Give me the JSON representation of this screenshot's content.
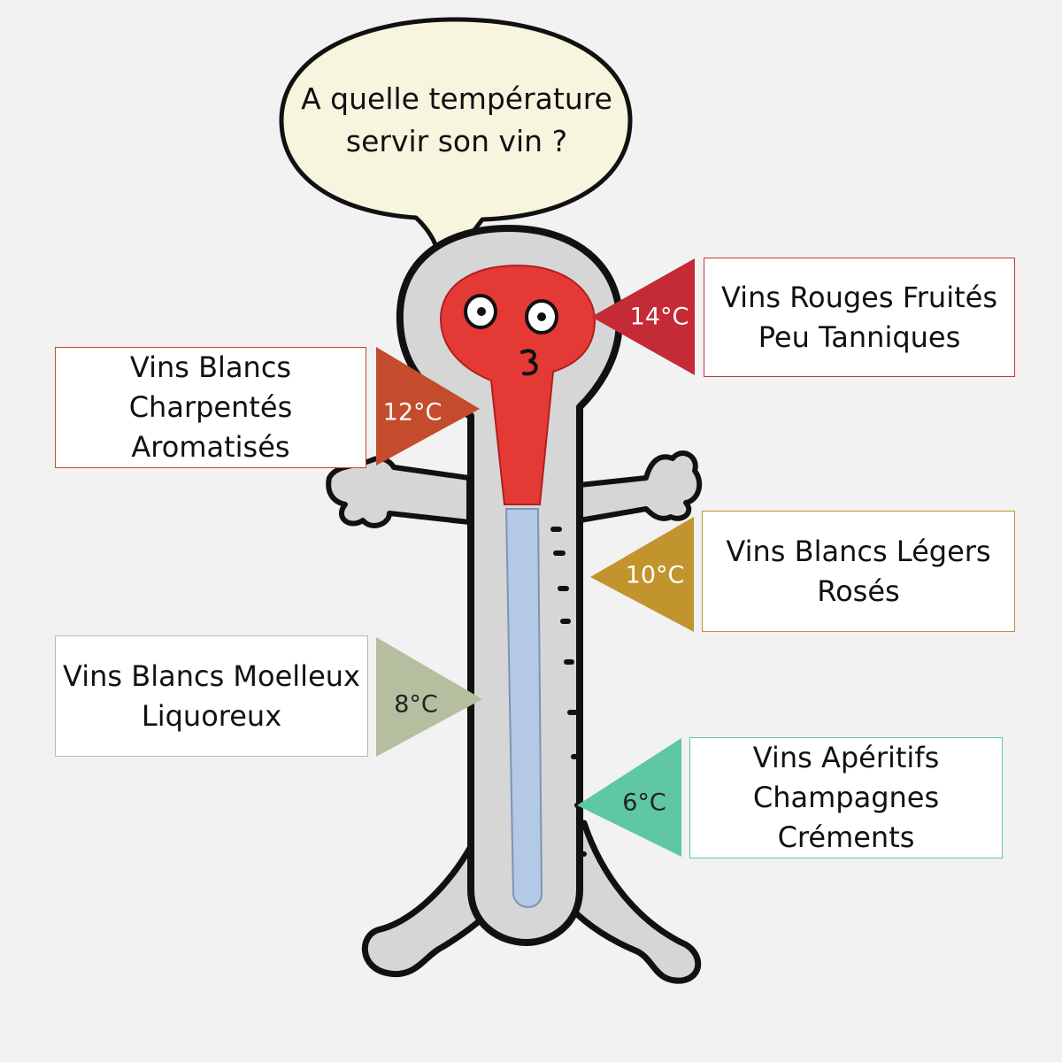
{
  "bubble": {
    "line1": "A quelle température",
    "line2": "servir son vin ?"
  },
  "levels": [
    {
      "temperature": "14°C",
      "lines": [
        "Vins Rouges Fruités",
        "Peu Tanniques"
      ],
      "color": "#c42b36"
    },
    {
      "temperature": "12°C",
      "lines": [
        "Vins Blancs",
        "Charpentés",
        "Aromatisés"
      ],
      "color": "#c44b2c"
    },
    {
      "temperature": "10°C",
      "lines": [
        "Vins Blancs Légers",
        "Rosés"
      ],
      "color": "#c1942e"
    },
    {
      "temperature": "8°C",
      "lines": [
        "Vins Blancs Moelleux",
        "Liquoreux"
      ],
      "color": "#b5bfa0"
    },
    {
      "temperature": "6°C",
      "lines": [
        "Vins Apéritifs",
        "Champagnes",
        "Créments"
      ],
      "color": "#5fc7a3"
    }
  ],
  "colors": {
    "background": "#f2f2f2",
    "head_red": "#e53935",
    "tube_blue": "#b3c9e6",
    "body_grey": "#d6d6d6",
    "outline": "#111111",
    "bubble_fill": "#f7f5de"
  },
  "icons": [
    "thermometer-character-icon",
    "speech-bubble-icon"
  ]
}
